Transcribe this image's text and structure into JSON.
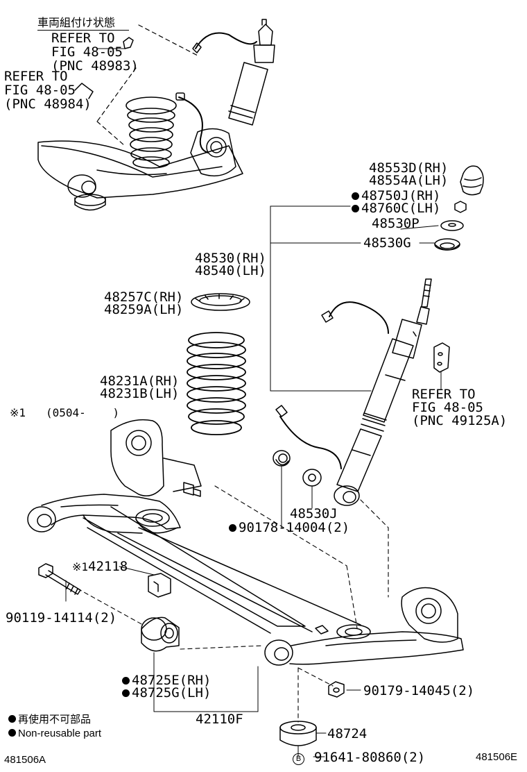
{
  "header_note": "車両組付け状態",
  "refs": [
    {
      "line1": "REFER TO",
      "line2": "FIG 48-05",
      "line3": "(PNC 48983)"
    },
    {
      "line1": "REFER TO",
      "line2": "FIG 48-05",
      "line3": "(PNC 48984)"
    },
    {
      "line1": "REFER TO",
      "line2": "FIG 48-05",
      "line3": "(PNC 49125A)"
    }
  ],
  "parts": {
    "p48553D": "48553D(RH)",
    "p48554A": "48554A(LH)",
    "p48750J": "48750J(RH)",
    "p48760C": "48760C(LH)",
    "p48530P": "48530P",
    "p48530G": "48530G",
    "p48530RH": "48530(RH)",
    "p48540LH": "48540(LH)",
    "p48257C": "48257C(RH)",
    "p48259A": "48259A(LH)",
    "p48231A": "48231A(RH)",
    "p48231B": "48231B(LH)",
    "p48530J": "48530J",
    "p90178": "90178-14004(2)",
    "p42118": "42118",
    "p90119": "90119-14114(2)",
    "p48725E": "48725E(RH)",
    "p48725G": "48725G(LH)",
    "p42110F": "42110F",
    "p90179": "90179-14045(2)",
    "p48724": "48724",
    "p91641": "91641-80860(2)"
  },
  "marks": {
    "asterisk1": "※1",
    "asterisk_range": "(0504-    )",
    "asterisk_short": "※1",
    "circle_b": "B"
  },
  "legend": {
    "jp": "再使用不可部品",
    "en": "Non-reusable part"
  },
  "codes": {
    "left": "481506A",
    "right": "481506E"
  }
}
